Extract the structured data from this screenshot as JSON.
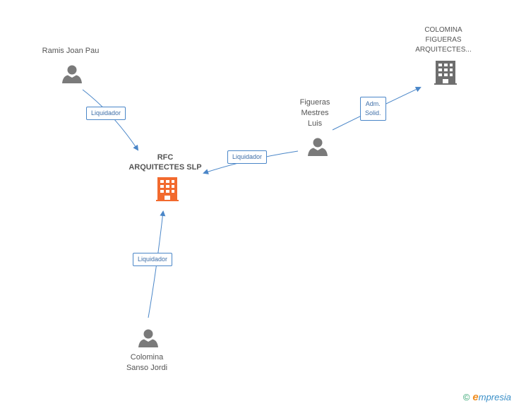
{
  "nodes": {
    "rfc": {
      "line1": "RFC",
      "line2": "ARQUITECTES SLP"
    },
    "ramis": {
      "line1": "Ramis Joan Pau"
    },
    "colomina_figueras": {
      "line1": "COLOMINA",
      "line2": "FIGUERAS",
      "line3": "ARQUITECTES..."
    },
    "figueras": {
      "line1": "Figueras",
      "line2": "Mestres",
      "line3": "Luis"
    },
    "colomina_sanso": {
      "line1": "Colomina",
      "line2": "Sanso Jordi"
    }
  },
  "edges": {
    "ramis_rfc": "Liquidador",
    "figueras_rfc": "Liquidador",
    "figueras_colomina": {
      "line1": "Adm.",
      "line2": "Solid."
    },
    "sanso_rfc": "Liquidador"
  },
  "footer": {
    "copyright": "©",
    "brand_e": "e",
    "brand_rest": "mpresia"
  },
  "colors": {
    "edge": "#4a86c8",
    "person_icon": "#7a7a7a",
    "company_icon": "#6e6e6e",
    "focus_company": "#f26a2e"
  },
  "icons": {
    "person": "person-icon",
    "company": "building-icon"
  }
}
